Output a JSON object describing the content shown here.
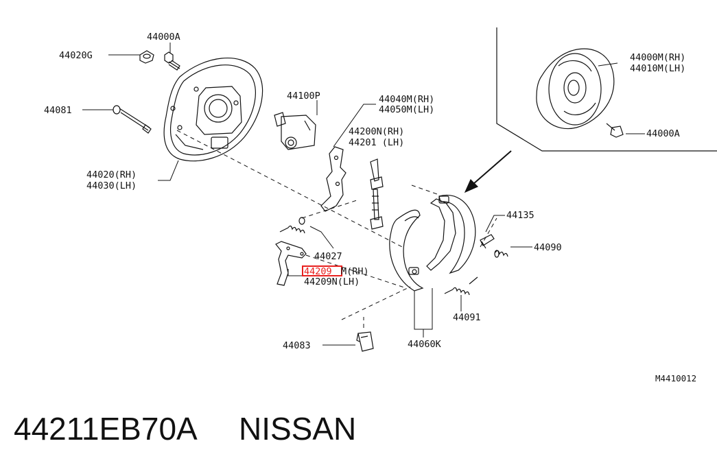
{
  "diagram_code": "M4410012",
  "part_number": "44211EB70A",
  "brand": "NISSAN",
  "highlight_color": "#e8201e",
  "labels": {
    "l44000A_top": "44000A",
    "l44020G": "44020G",
    "l44081": "44081",
    "l44100P": "44100P",
    "l44020": "44020(RH)",
    "l44030": "44030(LH)",
    "l44040M": "44040M(RH)",
    "l44050M": "44050M(LH)",
    "l44200N": "44200N(RH)",
    "l44201": "44201  (LH)",
    "l44000M": "44000M(RH)",
    "l44010M": "44010M(LH)",
    "l44000A_right": "44000A",
    "l44135": "44135",
    "l44090": "44090",
    "l44027": "44027",
    "l44209M_num": "44209",
    "l44209M_suffix": "M(RH)",
    "l44209N": "44209N(LH)",
    "l44091": "44091",
    "l44083": "44083",
    "l44060K": "44060K"
  }
}
